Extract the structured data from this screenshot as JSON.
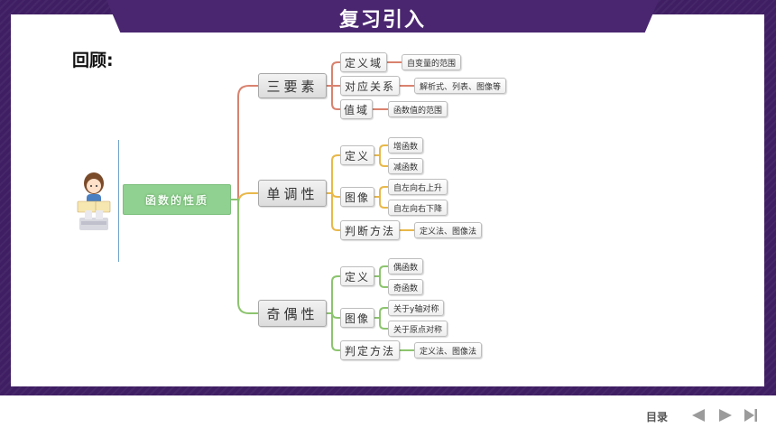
{
  "slide_title": "复习引入",
  "review_label": "回顾:",
  "root_label": "函数的性质",
  "branches": [
    {
      "label": "三要素",
      "children": [
        {
          "label": "定义域",
          "leaves": [
            "自变量的范围"
          ]
        },
        {
          "label": "对应关系",
          "leaves": [
            "解析式、列表、图像等"
          ]
        },
        {
          "label": "值域",
          "leaves": [
            "函数值的范围"
          ]
        }
      ]
    },
    {
      "label": "单调性",
      "children": [
        {
          "label": "定义",
          "leaves": [
            "增函数",
            "减函数"
          ]
        },
        {
          "label": "图像",
          "leaves": [
            "自左向右上升",
            "自左向右下降"
          ]
        },
        {
          "label": "判断方法",
          "leaves": [
            "定义法、图像法"
          ]
        }
      ]
    },
    {
      "label": "奇偶性",
      "children": [
        {
          "label": "定义",
          "leaves": [
            "偶函数",
            "奇函数"
          ]
        },
        {
          "label": "图像",
          "leaves": [
            "关于y轴对称",
            "关于原点对称"
          ]
        },
        {
          "label": "判定方法",
          "leaves": [
            "定义法、图像法"
          ]
        }
      ]
    }
  ],
  "colors": {
    "frame": "#3f1e63",
    "branch_1": "#d9826e",
    "branch_2": "#e8b84a",
    "branch_3": "#8cc46e",
    "root_fill": "#90d090"
  },
  "footer": {
    "toc_label": "目录",
    "icons": [
      "prev-icon",
      "next-icon",
      "last-icon"
    ]
  }
}
